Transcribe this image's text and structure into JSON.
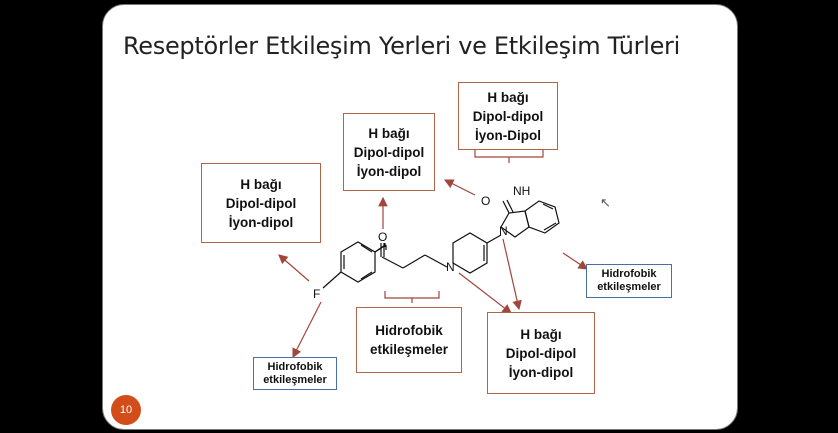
{
  "slide": {
    "title": "Reseptörler Etkileşim Yerleri ve Etkileşim Türleri",
    "page_number": "10"
  },
  "boxes": {
    "left": {
      "lines": [
        "H bağı",
        "Dipol-dipol",
        "İyon-dipol"
      ]
    },
    "middle": {
      "lines": [
        "H bağı",
        "Dipol-dipol",
        "İyon-dipol"
      ]
    },
    "top": {
      "lines": [
        "H bağı",
        "Dipol-dipol",
        "İyon-Dipol"
      ]
    },
    "bottom_right": {
      "lines": [
        "H bağı",
        "Dipol-dipol",
        "İyon-dipol"
      ]
    },
    "bottom_center": {
      "lines": [
        "Hidrofobik",
        "etkileşmeler"
      ]
    },
    "hydro_left": {
      "lines": [
        "Hidrofobik",
        "etkileşmeler"
      ]
    },
    "hydro_right": {
      "lines": [
        "Hidrofobik",
        "etkileşmeler"
      ]
    }
  },
  "molecule": {
    "atoms": {
      "fluorine": "F",
      "oxygen_ketone": "O",
      "nitrogen_piperidine": "N",
      "nitrogen_benz": "N",
      "oxygen_urea": "O",
      "nh": "NH"
    }
  },
  "colors": {
    "arrow": "#a0463a",
    "box_border": "#b0654a",
    "blue_border": "#4a6fa5",
    "badge": "#d24d1a"
  }
}
